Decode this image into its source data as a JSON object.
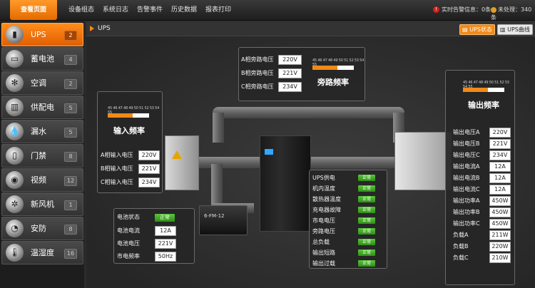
{
  "nav": {
    "items": [
      "查看页面",
      "设备组态",
      "系统日志",
      "告警事件",
      "历史数据",
      "报表打印"
    ],
    "alert_text": "实时告警信息：0条",
    "pending_text": "未处理：340条"
  },
  "sidebar": {
    "items": [
      {
        "label": "UPS",
        "count": "2",
        "icon": "ups-icon"
      },
      {
        "label": "蓄电池",
        "count": "4",
        "icon": "battery-icon"
      },
      {
        "label": "空调",
        "count": "2",
        "icon": "fan-icon"
      },
      {
        "label": "供配电",
        "count": "5",
        "icon": "power-cabinet-icon"
      },
      {
        "label": "漏水",
        "count": "5",
        "icon": "water-drop-icon"
      },
      {
        "label": "门禁",
        "count": "8",
        "icon": "access-card-icon"
      },
      {
        "label": "视频",
        "count": "12",
        "icon": "camera-icon"
      },
      {
        "label": "新风机",
        "count": "1",
        "icon": "ventilator-icon"
      },
      {
        "label": "安防",
        "count": "8",
        "icon": "alarm-icon"
      },
      {
        "label": "温湿度",
        "count": "16",
        "icon": "thermometer-icon"
      }
    ]
  },
  "header": {
    "title": "UPS",
    "tab_status": "UPS状态",
    "tab_curve": "UPS曲线"
  },
  "bypass": {
    "rows": [
      {
        "label": "A相旁路电压",
        "value": "220V"
      },
      {
        "label": "B相旁路电压",
        "value": "221V"
      },
      {
        "label": "C相旁路电压",
        "value": "234V"
      }
    ],
    "title": "旁路频率",
    "ticks": "45 46 47 48 49 50 51 52 53 54 55",
    "level": 0.6
  },
  "input": {
    "title": "输入频率",
    "ticks": "45 46 47 48 49 50 51 52 53 54 55",
    "level": 0.6,
    "rows": [
      {
        "label": "A相输入电压",
        "value": "220V"
      },
      {
        "label": "B相输入电压",
        "value": "221V"
      },
      {
        "label": "C相输入电压",
        "value": "234V"
      }
    ]
  },
  "battery": {
    "rows": [
      {
        "label": "电池状态",
        "value": "正常"
      },
      {
        "label": "电池电流",
        "value": "12A"
      },
      {
        "label": "电池电压",
        "value": "221V"
      },
      {
        "label": "市电频率",
        "value": "50Hz"
      }
    ],
    "device_label": "6-FM-12"
  },
  "ups_status": {
    "rows": [
      {
        "label": "UPS供电",
        "value": "正常"
      },
      {
        "label": "机内温度",
        "value": "正常"
      },
      {
        "label": "散热器温度",
        "value": "正常"
      },
      {
        "label": "充电器故障",
        "value": "正常"
      },
      {
        "label": "市电电压",
        "value": "正常"
      },
      {
        "label": "旁路电压",
        "value": "正常"
      },
      {
        "label": "总负载",
        "value": "正常"
      },
      {
        "label": "输出短路",
        "value": "正常"
      },
      {
        "label": "输出过载",
        "value": "正常"
      }
    ]
  },
  "output": {
    "title": "输出频率",
    "ticks": "45 46 47 48 49 50 51 52 53 54 55",
    "level": 0.6,
    "rows": [
      {
        "label": "输出电压A",
        "value": "220V"
      },
      {
        "label": "输出电压B",
        "value": "221V"
      },
      {
        "label": "输出电压C",
        "value": "234V"
      },
      {
        "label": "输出电流A",
        "value": "12A"
      },
      {
        "label": "输出电流B",
        "value": "12A"
      },
      {
        "label": "输出电流C",
        "value": "12A"
      },
      {
        "label": "输出功率A",
        "value": "450W"
      },
      {
        "label": "输出功率B",
        "value": "450W"
      },
      {
        "label": "输出功率C",
        "value": "450W"
      },
      {
        "label": "负载A",
        "value": "211W"
      },
      {
        "label": "负载B",
        "value": "220W"
      },
      {
        "label": "负载C",
        "value": "210W"
      }
    ]
  },
  "colors": {
    "accent": "#f08a18",
    "ok": "#3aa51e",
    "panel_border": "#6a6a6a"
  }
}
